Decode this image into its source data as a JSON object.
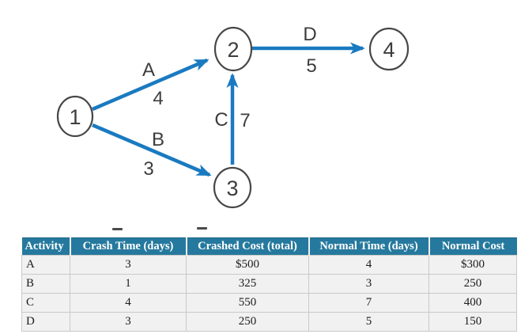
{
  "figure": {
    "nodes": [
      {
        "id": "1"
      },
      {
        "id": "2"
      },
      {
        "id": "3"
      },
      {
        "id": "4"
      }
    ],
    "edges": [
      {
        "activity": "A",
        "duration": "4",
        "from": "1",
        "to": "2"
      },
      {
        "activity": "B",
        "duration": "3",
        "from": "1",
        "to": "3"
      },
      {
        "activity": "C",
        "duration": "7",
        "from": "3",
        "to": "2"
      },
      {
        "activity": "D",
        "duration": "5",
        "from": "2",
        "to": "4"
      }
    ]
  },
  "table": {
    "headers": [
      "Activity",
      "Crash Time (days)",
      "Crashed Cost (total)",
      "Normal Time (days)",
      "Normal Cost"
    ],
    "rows": [
      {
        "cells": [
          "A",
          "3",
          "$500",
          "4",
          "$300"
        ]
      },
      {
        "cells": [
          "B",
          "1",
          "325",
          "3",
          "250"
        ]
      },
      {
        "cells": [
          "C",
          "4",
          "550",
          "7",
          "400"
        ]
      },
      {
        "cells": [
          "D",
          "3",
          "250",
          "5",
          "150"
        ]
      }
    ]
  },
  "colors": {
    "arrow_blue": "#1a7ac1",
    "node_stroke": "#474747",
    "diagram_text": "#3d3d3d",
    "header_bg": "#26799e",
    "header_text": "#ffffff",
    "cell_bg": "#f1f1f1"
  }
}
